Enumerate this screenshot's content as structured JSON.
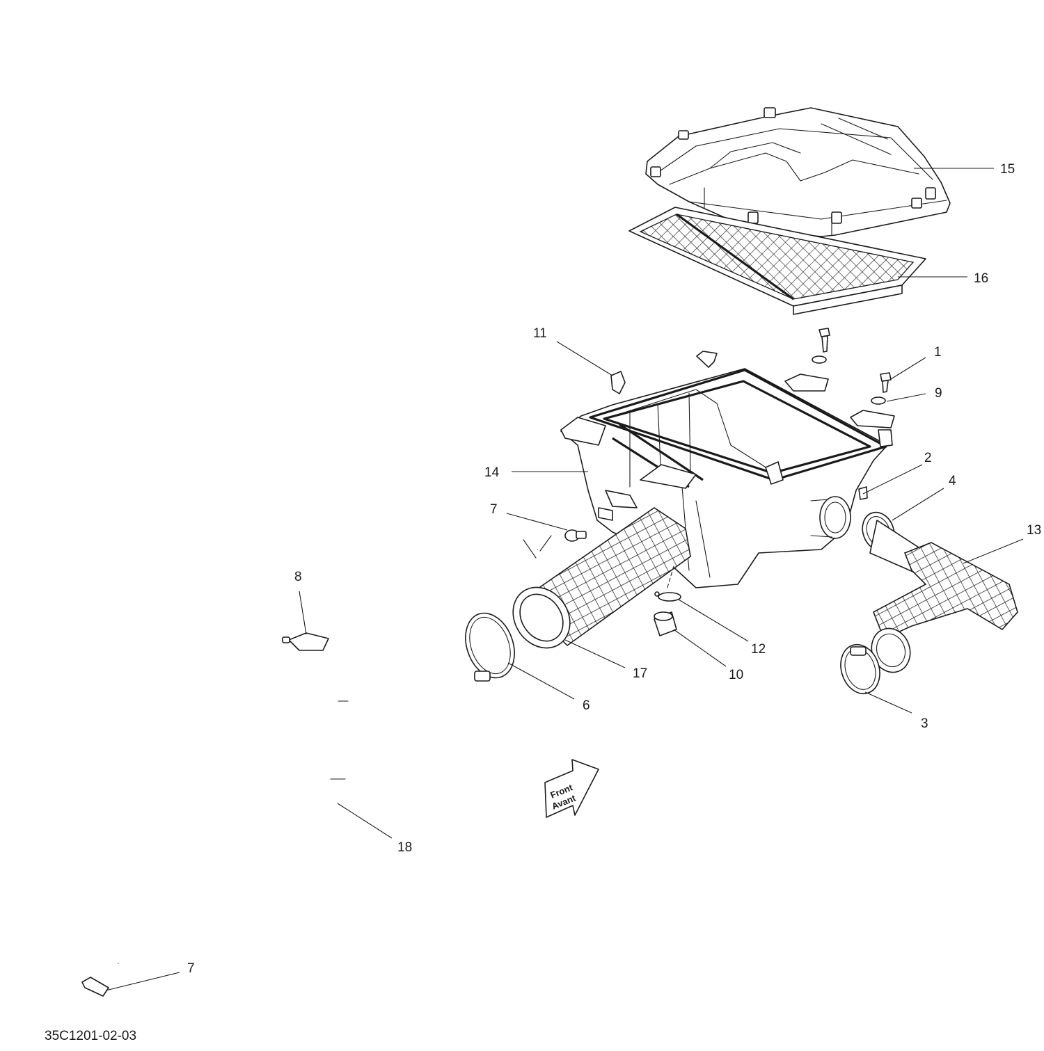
{
  "diagram": {
    "reference": "35C1201-02-03",
    "direction_label_1": "Front",
    "direction_label_2": "Avant",
    "callouts": [
      "15",
      "16",
      "11",
      "1",
      "9",
      "14",
      "2",
      "4",
      "13",
      "7",
      "8",
      "12",
      "10",
      "17",
      "6",
      "3",
      "18",
      "7"
    ]
  }
}
